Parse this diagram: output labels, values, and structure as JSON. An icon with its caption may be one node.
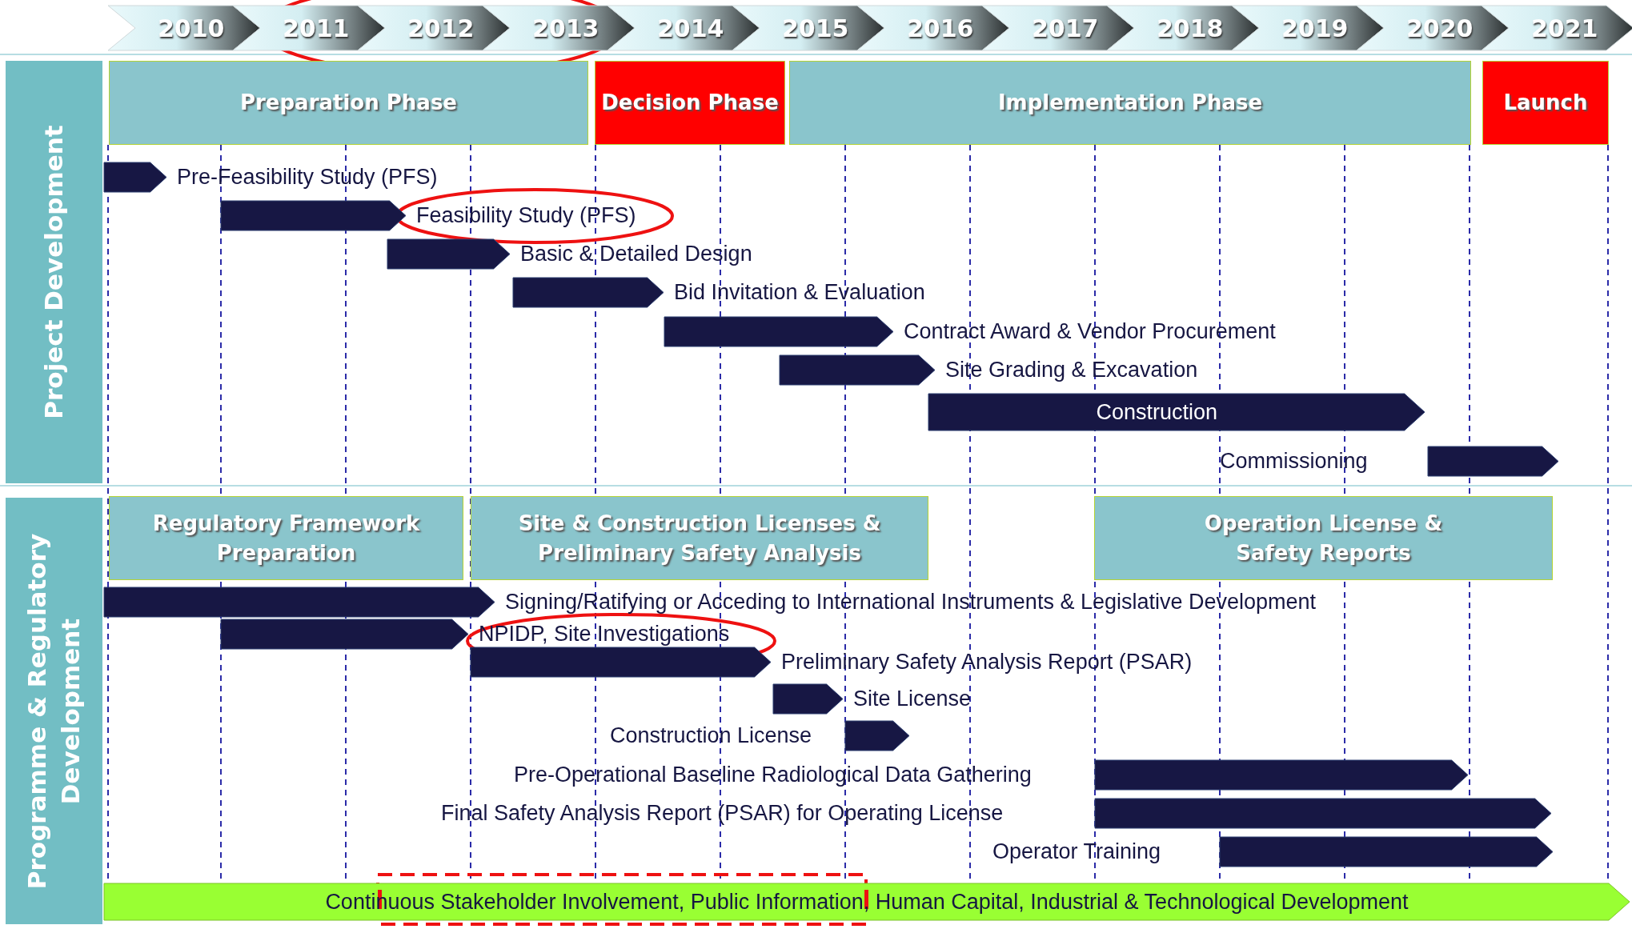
{
  "diagram": {
    "nodes": [
      {
        "text": [
          "2010"
        ]
      },
      {
        "text": [
          "2011"
        ]
      },
      {
        "text": [
          "2012"
        ]
      },
      {
        "text": [
          "2013"
        ]
      },
      {
        "text": [
          "2014"
        ]
      },
      {
        "text": [
          "2015"
        ]
      },
      {
        "text": [
          "2016"
        ]
      },
      {
        "text": [
          "2017"
        ]
      },
      {
        "text": [
          "2018"
        ]
      },
      {
        "text": [
          "2019"
        ]
      },
      {
        "text": [
          "2020"
        ]
      },
      {
        "text": [
          "2021"
        ]
      },
      {
        "text": [
          "Project Development"
        ]
      },
      {
        "text": [
          "Preparation Phase"
        ]
      },
      {
        "text": [
          "Decision Phase"
        ]
      },
      {
        "text": [
          "Implementation Phase"
        ]
      },
      {
        "text": [
          "Launch"
        ]
      },
      {
        "text": [],
        "shape": "bar",
        "beside": [
          "Pre-Feasibility Study (PFS)"
        ]
      },
      {
        "text": [],
        "shape": "bar",
        "beside": [
          "Feasibility Study (PFS)"
        ]
      },
      {
        "text": [],
        "shape": "bar",
        "beside": [
          "Basic & Detailed Design"
        ]
      },
      {
        "text": [],
        "shape": "bar",
        "beside": [
          "Bid Invitation & Evaluation"
        ]
      },
      {
        "text": [],
        "shape": "bar",
        "beside": [
          "Contract Award & Vendor Procurement"
        ]
      },
      {
        "text": [],
        "shape": "bar",
        "beside": [
          "Site Grading & Excavation"
        ]
      },
      {
        "text": [
          "Construction"
        ]
      },
      {
        "text": [],
        "shape": "bar"
      },
      {
        "text": [
          "Programme & Regulatory Development"
        ]
      },
      {
        "text": [
          "Regulatory Framework Preparation"
        ]
      },
      {
        "text": [
          "Site & Construction Licenses & Preliminary Safety Analysis"
        ]
      },
      {
        "text": [
          "Operation License & Safety Reports"
        ]
      },
      {
        "text": [],
        "shape": "bar",
        "beside": [
          "Signing/Ratifying or Acceding to International Instruments &  Legislative Development"
        ]
      },
      {
        "text": [],
        "shape": "bar",
        "beside": [
          "NPIDP, Site Investigations"
        ]
      },
      {
        "text": [],
        "shape": "bar",
        "beside": [
          "Preliminary Safety Analysis Report (PSAR)"
        ]
      },
      {
        "text": [],
        "shape": "bar",
        "beside": [
          "Site License"
        ]
      },
      {
        "text": [],
        "shape": "bar"
      },
      {
        "text": [],
        "shape": "bar"
      },
      {
        "text": [],
        "shape": "bar"
      },
      {
        "text": [],
        "shape": "bar"
      },
      {
        "text": [
          "Continuous Stakeholder Involvement, Public Information, Human Capital, Industrial & Technological Development"
        ]
      }
    ],
    "edges": [],
    "labels": [
      "Commissioning",
      "Construction License",
      "Pre-Operational Baseline Radiological Data Gathering",
      "Final Safety Analysis Report (PSAR) for Operating License",
      "Operator Training"
    ]
  }
}
